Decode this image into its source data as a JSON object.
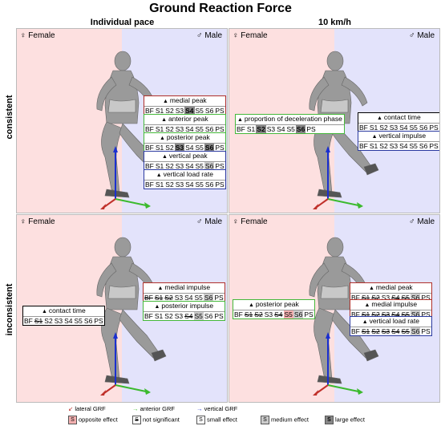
{
  "title": "Ground Reaction Force",
  "columns": [
    "Individual pace",
    "10 km/h"
  ],
  "rows": [
    "consistent",
    "inconsistent"
  ],
  "sex": {
    "female": "Female",
    "male": "Male",
    "female_symbol": "♀",
    "male_symbol": "♂"
  },
  "stats": [
    "BF",
    "S1",
    "S2",
    "S3",
    "S4",
    "S5",
    "S6",
    "PS"
  ],
  "panels": {
    "tl": [
      {
        "label": "medial peak",
        "color": "red",
        "cells": [
          "s",
          "s",
          "s",
          "s",
          "l",
          "s",
          "s",
          "s"
        ]
      },
      {
        "label": "anterior peak",
        "color": "green",
        "cells": [
          "s",
          "s",
          "s",
          "s",
          "s",
          "s",
          "s",
          "s"
        ]
      },
      {
        "label": "posterior peak",
        "color": "green",
        "cells": [
          "s",
          "s",
          "s",
          "l",
          "s",
          "s",
          "l",
          "s"
        ]
      },
      {
        "label": "vertical peak",
        "color": "blue",
        "cells": [
          "s",
          "s",
          "s",
          "s",
          "s",
          "s",
          "m",
          "s"
        ]
      },
      {
        "label": "vertical load rate",
        "color": "blue",
        "cells": [
          "s",
          "s",
          "s",
          "s",
          "s",
          "s",
          "s",
          "s"
        ]
      }
    ],
    "tr_left": [
      {
        "label": "proportion of deceleration phase",
        "color": "green",
        "cells": [
          "s",
          "s",
          "l",
          "s",
          "s",
          "s",
          "l",
          "s"
        ]
      }
    ],
    "tr_right": [
      {
        "label": "contact time",
        "color": "black",
        "cells": [
          "s",
          "s",
          "s",
          "s",
          "s",
          "s",
          "s",
          "s"
        ]
      },
      {
        "label": "vertical impulse",
        "color": "blue",
        "cells": [
          "s",
          "s",
          "s",
          "s",
          "s",
          "s",
          "s",
          "s"
        ]
      }
    ],
    "bl_left": [
      {
        "label": "contact time",
        "color": "black",
        "cells": [
          "s",
          "x",
          "s",
          "s",
          "s",
          "s",
          "s",
          "s"
        ]
      }
    ],
    "bl_right": [
      {
        "label": "medial impulse",
        "color": "red",
        "cells": [
          "x",
          "x",
          "x",
          "s",
          "s",
          "s",
          "m",
          "s"
        ]
      },
      {
        "label": "posterior impulse",
        "color": "green",
        "cells": [
          "s",
          "s",
          "s",
          "s",
          "x",
          "m",
          "s",
          "s"
        ]
      }
    ],
    "br_left": [
      {
        "label": "posterior peak",
        "color": "green",
        "cells": [
          "s",
          "x",
          "x",
          "s",
          "x",
          "o",
          "m",
          "s"
        ]
      }
    ],
    "br_right": [
      {
        "label": "medial peak",
        "color": "red",
        "cells": [
          "s",
          "x",
          "x",
          "s",
          "x",
          "x",
          "m",
          "s"
        ]
      },
      {
        "label": "medial impulse",
        "color": "red",
        "cells": [
          "s",
          "x",
          "x",
          "x",
          "x",
          "x",
          "m",
          "s"
        ]
      },
      {
        "label": "vertical load rate",
        "color": "blue",
        "cells": [
          "s",
          "x",
          "x",
          "x",
          "x",
          "x",
          "m",
          "s"
        ]
      }
    ]
  },
  "legend": {
    "lateral": "lateral GRF",
    "anterior": "anterior GRF",
    "vertical": "vertical GRF",
    "opposite": "opposite effect",
    "ns": "not significant",
    "small": "small effect",
    "medium": "medium effect",
    "large": "large effect",
    "box_letter": "S",
    "colors": {
      "lateral": "#c0302a",
      "anterior": "#3cba2e",
      "vertical": "#1a2fd0"
    }
  }
}
